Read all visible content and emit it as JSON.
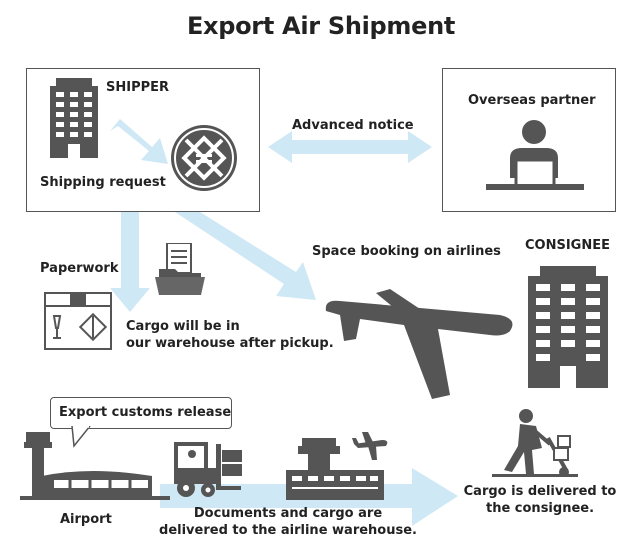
{
  "title": "Export Air Shipment",
  "shipper": {
    "label": "SHIPPER",
    "request": "Shipping request"
  },
  "partner": {
    "label": "Overseas partner"
  },
  "advanced_notice": "Advanced notice",
  "space_booking": "Space booking on airlines",
  "consignee": {
    "label": "CONSIGNEE"
  },
  "paperwork": "Paperwork",
  "warehouse_text": {
    "line1": "Cargo will be in",
    "line2": "our warehouse after pickup."
  },
  "customs": "Export customs release",
  "airport": "Airport",
  "documents_text": {
    "line1": "Documents and cargo are",
    "line2": "delivered to the airline warehouse."
  },
  "delivered_text": {
    "line1": "Cargo is delivered to",
    "line2": "the consignee."
  },
  "colors": {
    "arrow": "#cfe8f5",
    "icon": "#555555",
    "text": "#222222"
  }
}
